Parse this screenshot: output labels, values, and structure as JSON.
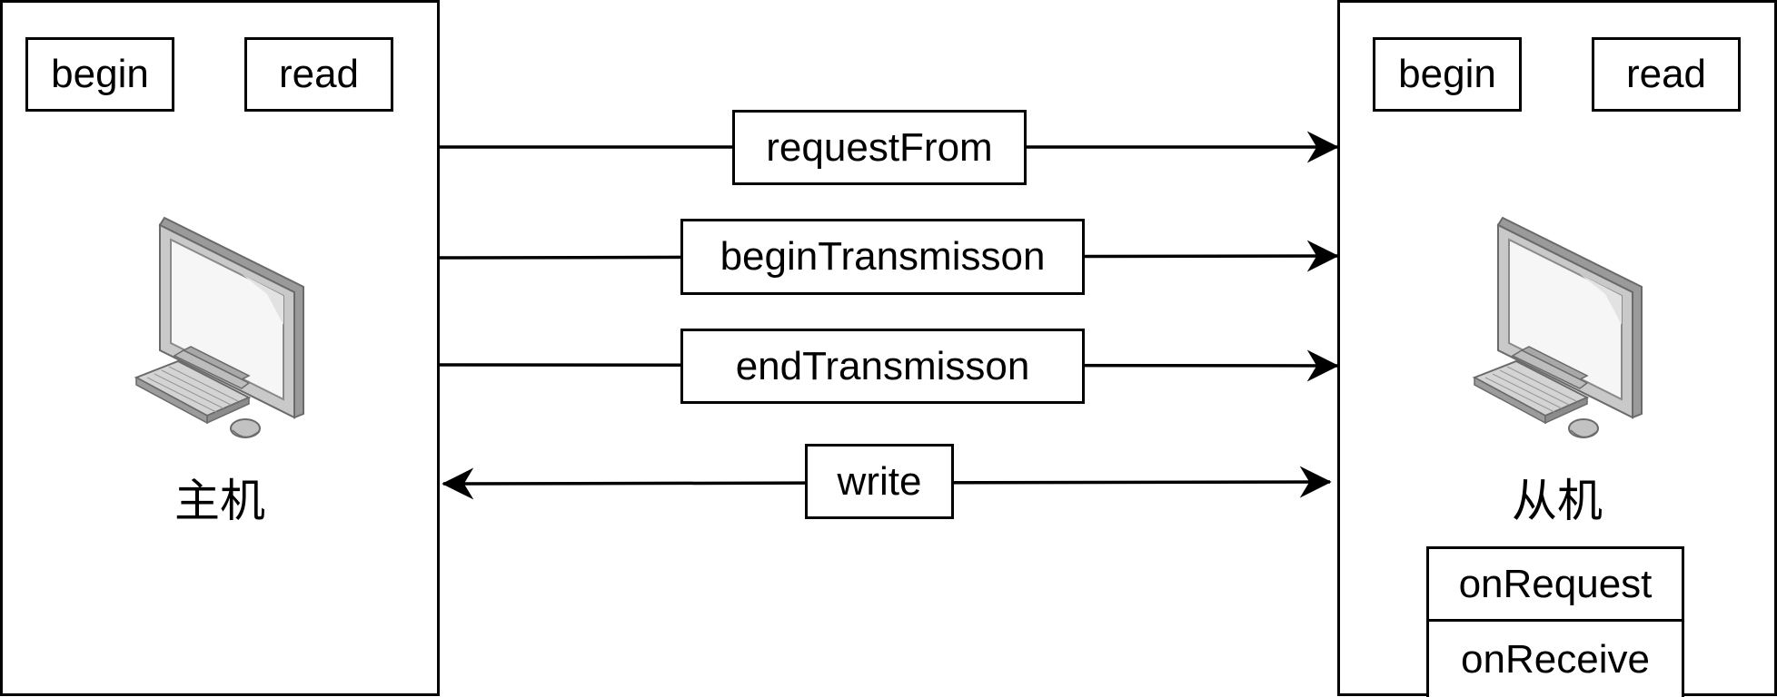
{
  "master": {
    "caption": "主机",
    "methods": [
      "begin",
      "read"
    ],
    "icon": "desktop-computer-icon"
  },
  "slave": {
    "caption": "从机",
    "methods": [
      "begin",
      "read"
    ],
    "callbacks": [
      "onRequest",
      "onReceive"
    ],
    "icon": "desktop-computer-icon"
  },
  "links": [
    {
      "label": "requestFrom",
      "direction": "master-to-slave"
    },
    {
      "label": "beginTransmisson",
      "direction": "master-to-slave"
    },
    {
      "label": "endTransmisson",
      "direction": "master-to-slave"
    },
    {
      "label": "write",
      "direction": "both"
    }
  ],
  "colors": {
    "stroke": "#000000",
    "background": "#ffffff",
    "monitor_gray": "#c8c8c8",
    "screen_white": "#f4f4f4"
  }
}
